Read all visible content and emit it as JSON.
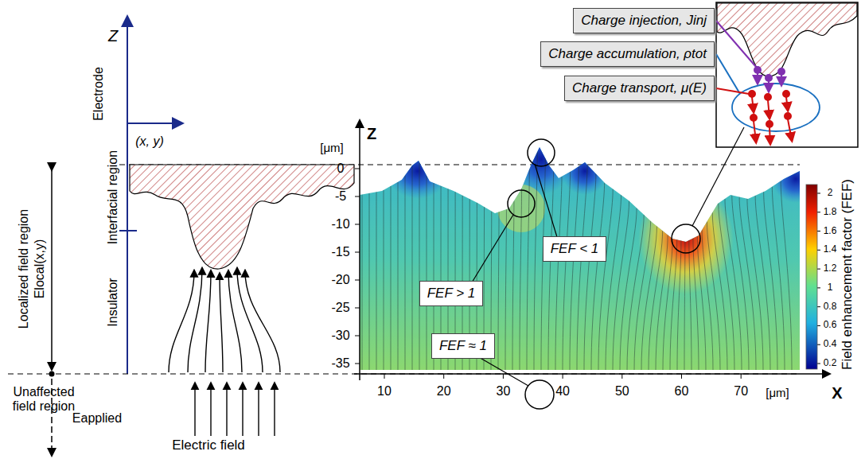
{
  "diagram": {
    "nodes": [
      {
        "text": [
          "Charge injection, Jinj"
        ]
      },
      {
        "text": [
          "Charge accumulation, ρtot"
        ]
      },
      {
        "text": [
          "Charge transport, μ(E)"
        ]
      },
      {
        "text": [
          "FEF < 1"
        ]
      },
      {
        "text": [
          "FEF > 1"
        ]
      },
      {
        "text": [
          "FEF ≈ 1"
        ]
      }
    ],
    "labels": [
      "Z",
      "Electrode",
      "(x, y)",
      "Interfacial region",
      "Insulator",
      "Localized field region",
      "Elocal(x,y)",
      "Unaffected field region",
      "Eapplied",
      "Electric field",
      "Z",
      "[μm]",
      "0",
      "-5",
      "-10",
      "-15",
      "-20",
      "-25",
      "-30",
      "-35",
      "10",
      "20",
      "30",
      "40",
      "50",
      "60",
      "70",
      "[μm]",
      "X",
      "2",
      "1.8",
      "1.6",
      "1.4",
      "1.2",
      "1",
      "0.8",
      "0.6",
      "0.4",
      "0.2",
      "Field enhancement factor (FEF)"
    ]
  }
}
